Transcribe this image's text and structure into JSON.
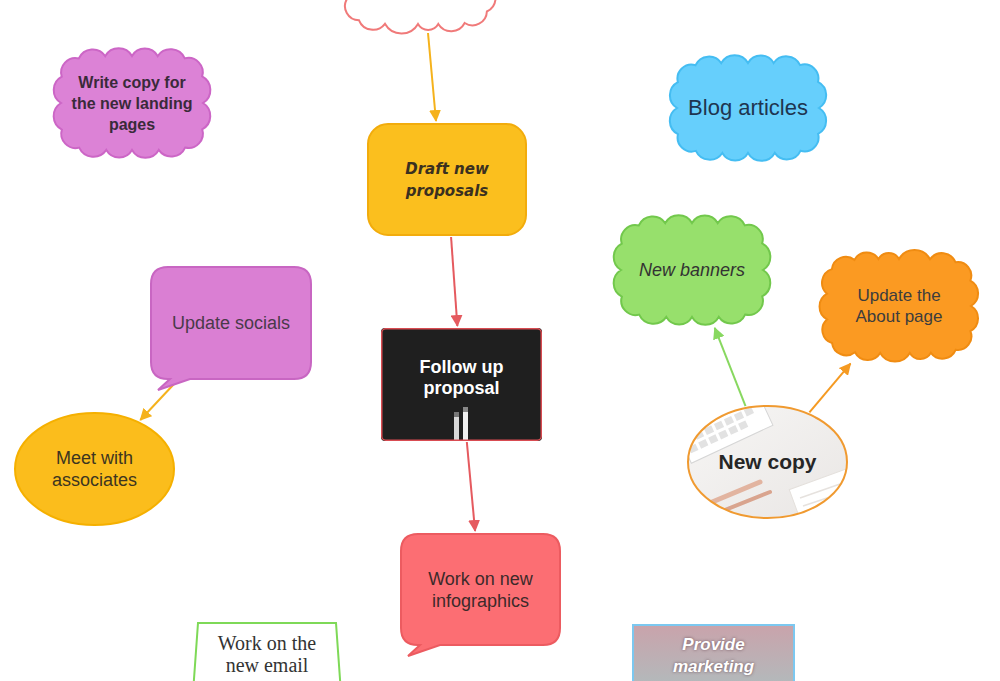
{
  "diagram": {
    "nodes": [
      {
        "text": [
          "Write copy for the new landing pages"
        ]
      },
      {
        "text": [
          "Draft new proposals"
        ]
      },
      {
        "text": [
          "Blog articles"
        ]
      },
      {
        "text": [
          "New banners"
        ]
      },
      {
        "text": [
          "Update socials"
        ]
      },
      {
        "text": [
          "Update the About page"
        ]
      },
      {
        "text": [
          "Follow up proposal"
        ]
      },
      {
        "text": [
          "Meet with associates"
        ]
      },
      {
        "text": [
          "New copy"
        ]
      },
      {
        "text": [
          "Work on new infographics"
        ]
      },
      {
        "text": [
          "Work on the new email"
        ]
      },
      {
        "text": [
          "Provide marketing"
        ]
      }
    ],
    "edges": [
      {
        "from": 1,
        "to": 6,
        "arrow": "to"
      },
      {
        "from": 6,
        "to": 9,
        "arrow": "to"
      },
      {
        "from": 4,
        "to": 7,
        "arrow": "to"
      },
      {
        "from": 8,
        "to": 3,
        "arrow": "to"
      },
      {
        "from": 8,
        "to": 5,
        "arrow": "to"
      }
    ]
  }
}
